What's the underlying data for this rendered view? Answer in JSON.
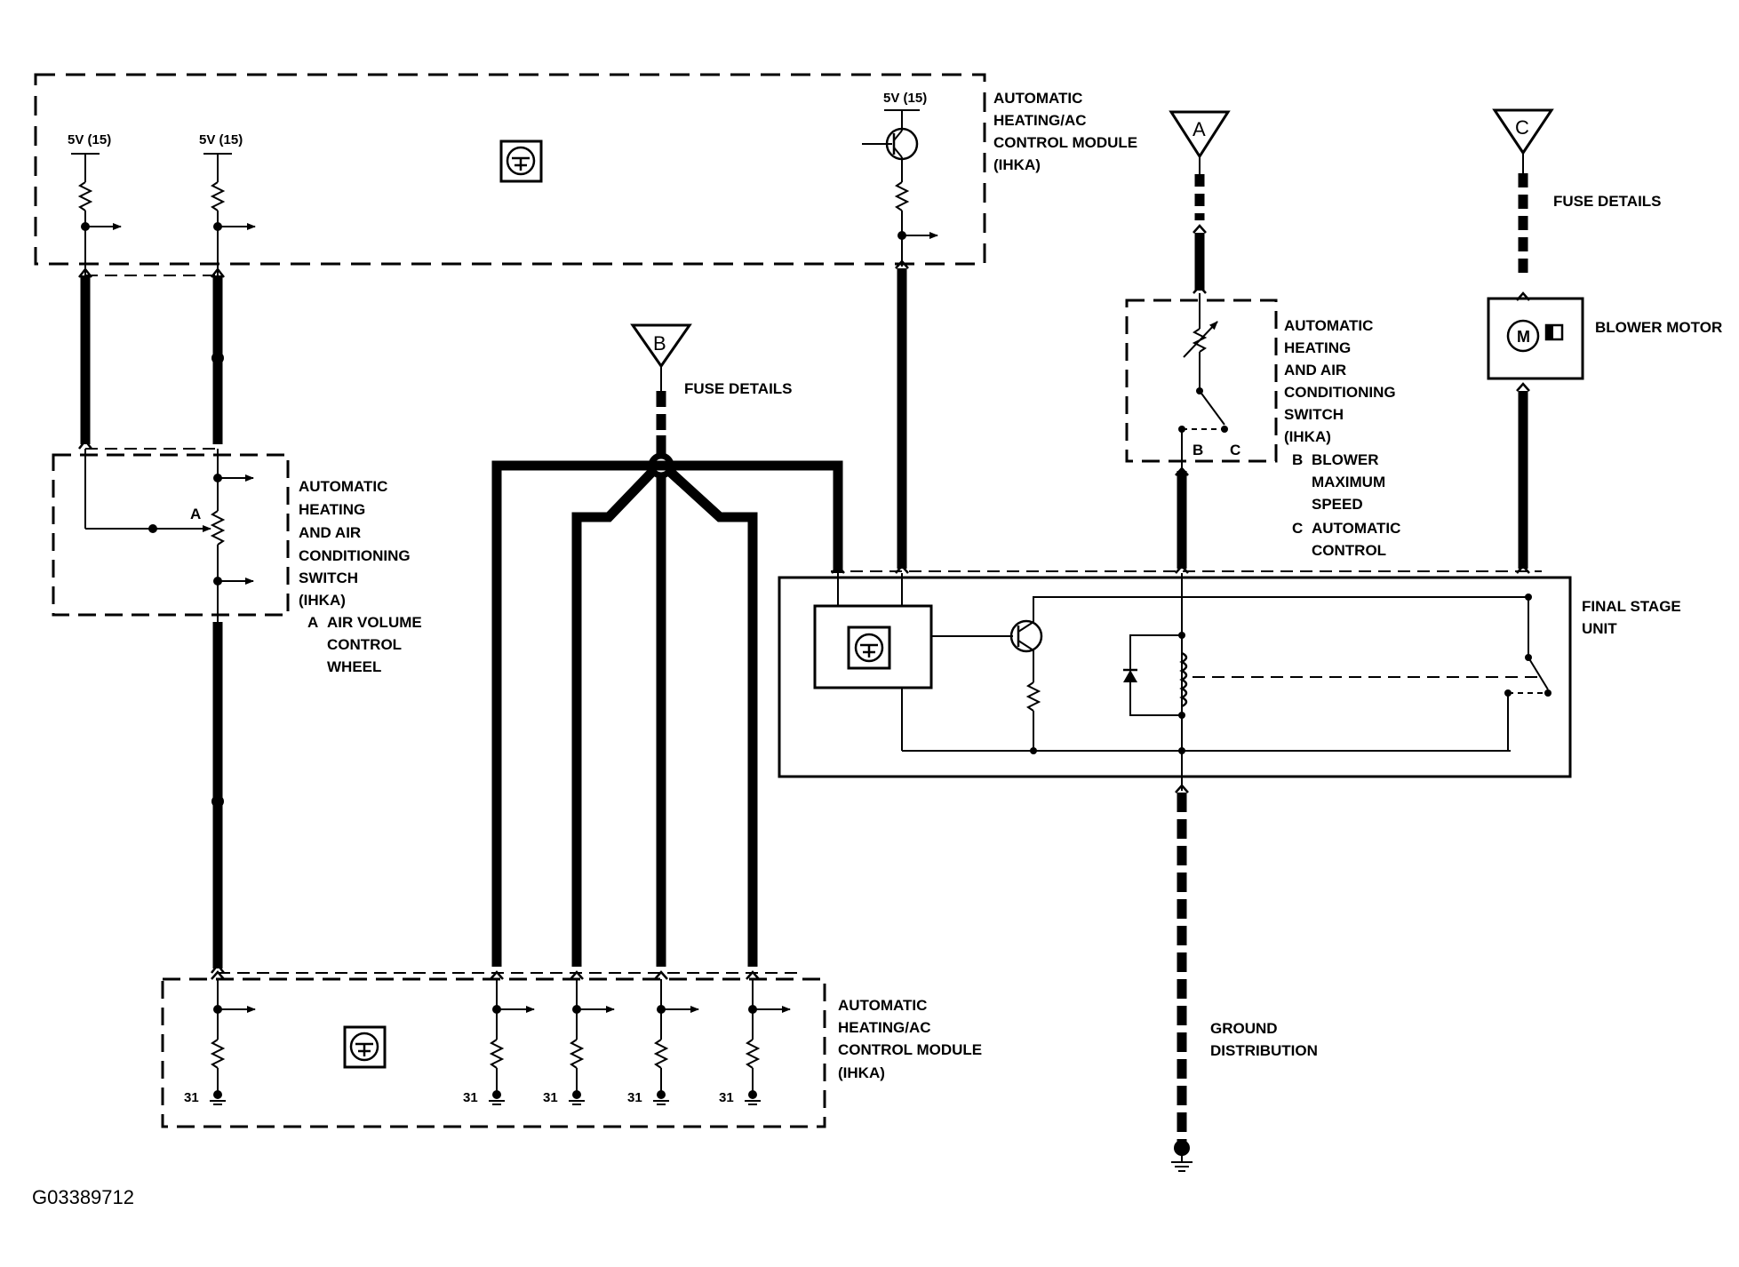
{
  "diagram_code": "G03389712",
  "top_module": {
    "label": [
      "AUTOMATIC",
      "HEATING/AC",
      "CONTROL MODULE",
      "(IHKA)"
    ],
    "supply_labels": [
      "5V (15)",
      "5V (15)",
      "5V (15)"
    ]
  },
  "bottom_module": {
    "label": [
      "AUTOMATIC",
      "HEATING/AC",
      "CONTROL MODULE",
      "(IHKA)"
    ],
    "ground_labels": [
      "31",
      "31",
      "31",
      "31",
      "31"
    ]
  },
  "left_switch": {
    "label": [
      "AUTOMATIC",
      "HEATING",
      "AND AIR",
      "CONDITIONING",
      "SWITCH",
      "(IHKA)"
    ],
    "legend_letter": "A",
    "legend_text": [
      "AIR VOLUME",
      "CONTROL",
      "WHEEL"
    ]
  },
  "right_switch": {
    "label": [
      "AUTOMATIC",
      "HEATING",
      "AND AIR",
      "CONDITIONING",
      "SWITCH",
      "(IHKA)"
    ],
    "pin_b": "B",
    "pin_c": "C",
    "legend": [
      {
        "letter": "B",
        "text": [
          "BLOWER",
          "MAXIMUM",
          "SPEED"
        ]
      },
      {
        "letter": "C",
        "text": [
          "AUTOMATIC",
          "CONTROL"
        ]
      }
    ]
  },
  "connectors": [
    {
      "id": "A",
      "label": ""
    },
    {
      "id": "B",
      "label": "FUSE DETAILS"
    },
    {
      "id": "C",
      "label": "FUSE DETAILS"
    }
  ],
  "blower_motor": {
    "label": "BLOWER MOTOR",
    "symbol": "M"
  },
  "final_stage": {
    "label": [
      "FINAL STAGE",
      "UNIT"
    ]
  },
  "ground": {
    "label": [
      "GROUND",
      "DISTRIBUTION"
    ]
  }
}
